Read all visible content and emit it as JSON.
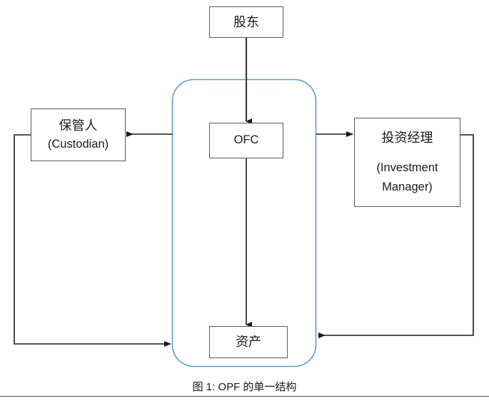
{
  "figure": {
    "caption": "图 1: OPF 的单一结构",
    "container_outline_color": "#5B9BD5",
    "box_border_color": "#595959",
    "connector_color": "#1a1a1a",
    "background_color": "#FFFFFF"
  },
  "nodes": {
    "shareholder": {
      "label_cn": "股东"
    },
    "ofc": {
      "label_en": "OFC"
    },
    "assets": {
      "label_cn": "资产"
    },
    "custodian": {
      "label_cn": "保管人",
      "label_en": "(Custodian)"
    },
    "manager": {
      "label_cn": "投资经理",
      "label_en_line1": "(Investment",
      "label_en_line2": "Manager)"
    }
  },
  "connectors": [
    {
      "name": "shareholder-to-ofc",
      "from": "股东",
      "to": "OFC",
      "direction": "down"
    },
    {
      "name": "ofc-to-assets",
      "from": "OFC",
      "to": "资产",
      "direction": "down"
    },
    {
      "name": "ofc-to-custodian",
      "from": "OFC",
      "to": "保管人",
      "direction": "left"
    },
    {
      "name": "ofc-to-manager",
      "from": "OFC",
      "to": "投资经理",
      "direction": "right"
    },
    {
      "name": "custodian-to-assets",
      "from": "保管人",
      "to": "资产",
      "direction": "right"
    },
    {
      "name": "manager-to-assets",
      "from": "投资经理",
      "to": "资产",
      "direction": "left"
    }
  ]
}
